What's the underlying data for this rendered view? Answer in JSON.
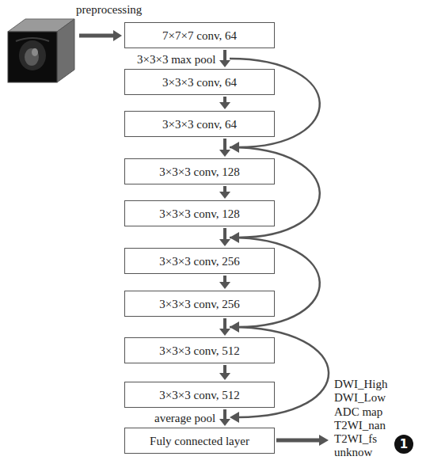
{
  "diagram": {
    "nodes": [
      {
        "text": [
          "7×7×7 conv, 64"
        ]
      },
      {
        "text": [
          "3×3×3 conv, 64"
        ]
      },
      {
        "text": [
          "3×3×3 conv, 64"
        ]
      },
      {
        "text": [
          "3×3×3 conv, 128"
        ]
      },
      {
        "text": [
          "3×3×3 conv, 128"
        ]
      },
      {
        "text": [
          "3×3×3 conv, 256"
        ]
      },
      {
        "text": [
          "3×3×3 conv, 256"
        ]
      },
      {
        "text": [
          "3×3×3 conv, 512"
        ]
      },
      {
        "text": [
          "3×3×3 conv, 512"
        ]
      },
      {
        "text": [
          "Fuly connected layer"
        ]
      }
    ],
    "edges": [
      {
        "from": 0,
        "to": 1,
        "arrow": "to",
        "label": "3×3×3 max pool"
      },
      {
        "from": 1,
        "to": 2,
        "arrow": "to"
      },
      {
        "from": 2,
        "to": 3,
        "arrow": "to"
      },
      {
        "from": 3,
        "to": 4,
        "arrow": "to"
      },
      {
        "from": 4,
        "to": 5,
        "arrow": "to"
      },
      {
        "from": 5,
        "to": 6,
        "arrow": "to"
      },
      {
        "from": 6,
        "to": 7,
        "arrow": "to"
      },
      {
        "from": 7,
        "to": 8,
        "arrow": "to"
      },
      {
        "from": 8,
        "to": 9,
        "arrow": "to",
        "label": "average pool"
      }
    ],
    "labels": [
      "preprocessing",
      "DWI_High",
      "DWI_Low",
      "ADC map",
      "T2WI_nan",
      "T2WI_fs",
      "unknow",
      "1"
    ]
  }
}
